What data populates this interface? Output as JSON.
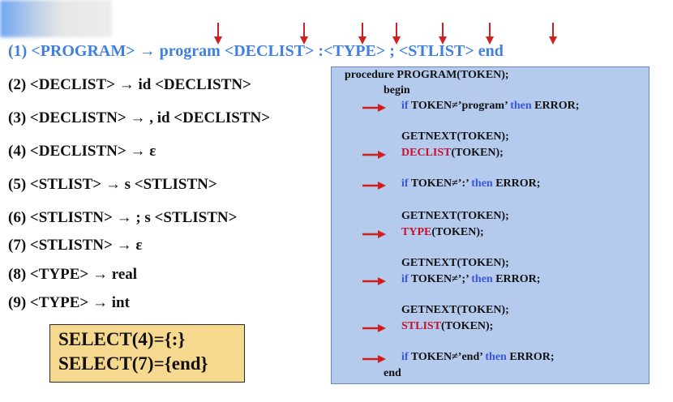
{
  "grammar": {
    "rule1": "(1) <PROGRAM> → program <DECLIST> :<TYPE> ; <STLIST> end",
    "rule2": "(2) <DECLIST> → id <DECLISTN>",
    "rule3": "(3) <DECLISTN> → , id <DECLISTN>",
    "rule4": "(4) <DECLISTN> → ε",
    "rule5": "(5) <STLIST> → s <STLISTN>",
    "rule6": "(6) <STLISTN> → ; s <STLISTN>",
    "rule7": "(7) <STLISTN> → ε",
    "rule8": "(8) <TYPE> → real",
    "rule9": "(9) <TYPE> → int"
  },
  "select_sets": {
    "line1": "SELECT(4)={:}",
    "line2": "SELECT(7)={end}"
  },
  "procedure": {
    "header": "procedure PROGRAM(TOKEN);",
    "begin": "begin",
    "end": "end",
    "if_kw": "if",
    "then_kw": "then",
    "error": "ERROR;",
    "check_program": "TOKEN≠’program’",
    "getnext": "GETNEXT(TOKEN);",
    "call_declist_name": "DECLIST",
    "call_type_name": "TYPE",
    "call_stlist_name": "STLIST",
    "call_args": "(TOKEN);",
    "check_colon": "TOKEN≠’:’",
    "check_semicolon": "TOKEN≠’;’",
    "check_end": "TOKEN≠’end’"
  },
  "colors": {
    "accent_blue": "#3f7fe0",
    "keyword_blue": "#3b56d8",
    "call_red": "#c8102e",
    "panel_bg": "#b4cbee",
    "select_bg": "#f7d88f"
  }
}
